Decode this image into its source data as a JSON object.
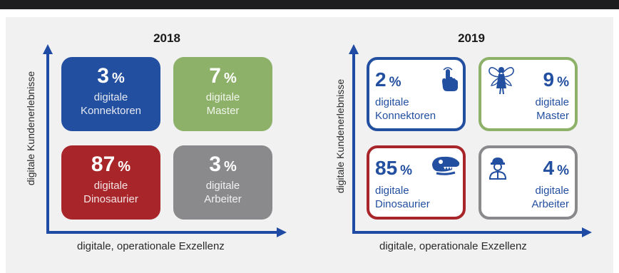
{
  "colors": {
    "blue": "#234fa0",
    "green": "#8db168",
    "red": "#a8262a",
    "gray": "#8a8a8c",
    "axis": "#1f4ba5"
  },
  "x_axis_label": "digitale, operationale Exzellenz",
  "y_axis_label": "digitale Kundenerlebnisse",
  "percent_symbol": "%",
  "y2018": {
    "title": "2018",
    "tiles": {
      "top_left": {
        "value": "3",
        "line1": "digitale",
        "line2": "Konnektoren"
      },
      "top_right": {
        "value": "7",
        "line1": "digitale",
        "line2": "Master"
      },
      "bottom_left": {
        "value": "87",
        "line1": "digitale",
        "line2": "Dinosaurier"
      },
      "bottom_right": {
        "value": "3",
        "line1": "digitale",
        "line2": "Arbeiter"
      }
    }
  },
  "y2019": {
    "title": "2019",
    "tiles": {
      "top_left": {
        "value": "2",
        "line1": "digitale",
        "line2": "Konnektoren",
        "icon": "pointing-hand-icon"
      },
      "top_right": {
        "value": "9",
        "line1": "digitale",
        "line2": "Master",
        "icon": "fairy-icon"
      },
      "bottom_left": {
        "value": "85",
        "line1": "digitale",
        "line2": "Dinosaurier",
        "icon": "dinosaur-skull-icon"
      },
      "bottom_right": {
        "value": "4",
        "line1": "digitale",
        "line2": "Arbeiter",
        "icon": "worker-icon"
      }
    }
  }
}
